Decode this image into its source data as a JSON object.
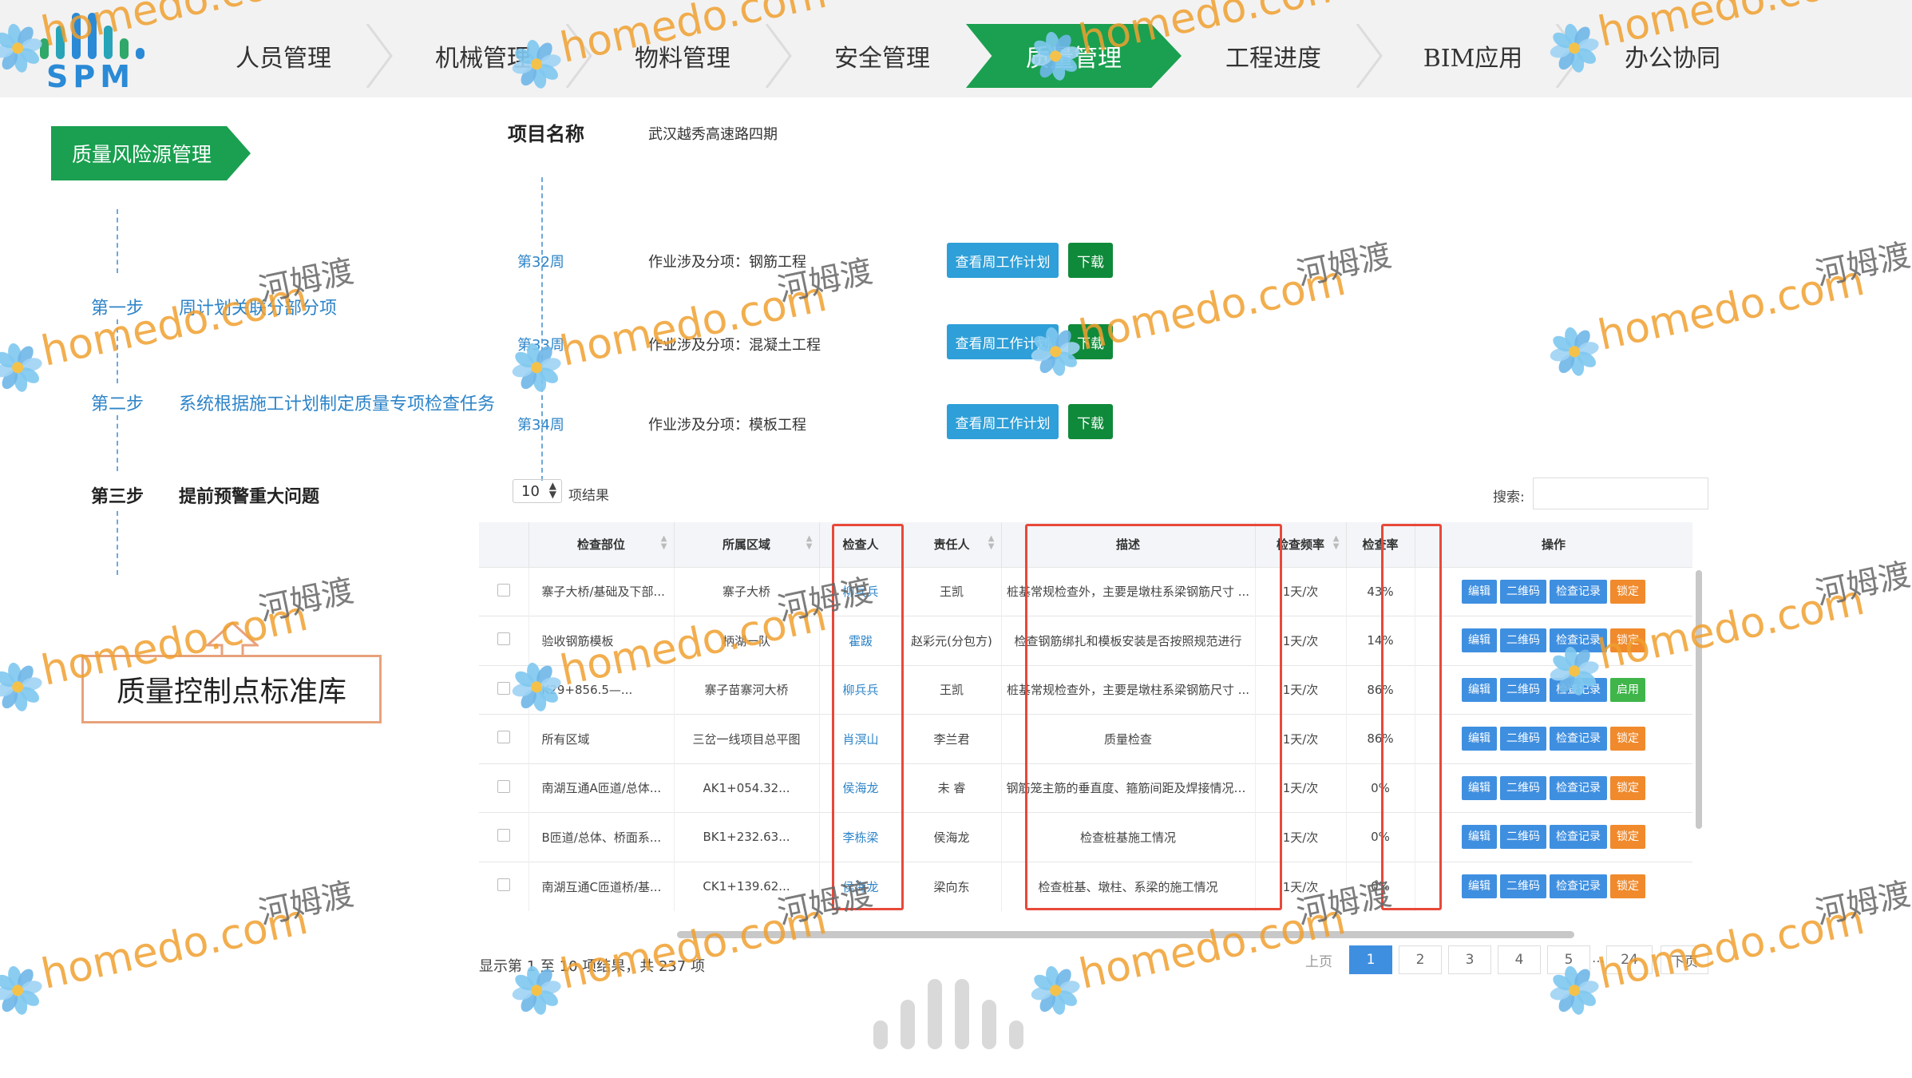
{
  "logo": {
    "text": "SPM"
  },
  "nav": {
    "tabs": [
      {
        "label": "人员管理"
      },
      {
        "label": "机械管理"
      },
      {
        "label": "物料管理"
      },
      {
        "label": "安全管理"
      },
      {
        "label": "质量管理",
        "active": true
      },
      {
        "label": "工程进度"
      },
      {
        "label": "BIM应用"
      },
      {
        "label": "办公协同"
      }
    ]
  },
  "left_panel": {
    "tag": "质量风险源管理",
    "steps": [
      {
        "num": "第一步",
        "text": "周计划关联分部分项"
      },
      {
        "num": "第二步",
        "text": "系统根据施工计划制定质量专项检查任务"
      },
      {
        "num": "第三步",
        "text": "提前预警重大问题"
      }
    ],
    "standard_box": "质量控制点标准库"
  },
  "project": {
    "label": "项目名称",
    "value": "武汉越秀高速路四期",
    "weeks": [
      {
        "week": "第32周",
        "work": "作业涉及分项：钢筋工程",
        "plan_btn": "查看周工作计划",
        "download_btn": "下载"
      },
      {
        "week": "第33周",
        "work": "作业涉及分项：混凝土工程",
        "plan_btn": "查看周工作计划",
        "download_btn": "下载"
      },
      {
        "week": "第34周",
        "work": "作业涉及分项：模板工程",
        "plan_btn": "查看周工作计划",
        "download_btn": "下载"
      }
    ]
  },
  "table_controls": {
    "page_size": "10",
    "page_size_suffix": "项结果",
    "search_label": "搜索:"
  },
  "table": {
    "columns": [
      "",
      "检查部位",
      "所属区域",
      "检查人",
      "责任人",
      "描述",
      "检查频率",
      "检查率",
      "操作"
    ],
    "rows": [
      [
        "寨子大桥/基础及下部...",
        "寨子大桥",
        "柳兵兵",
        "王凯",
        "桩基常规检查外，主要是墩柱系梁钢筋尺寸 ...",
        "1天/次",
        "43%"
      ],
      [
        "验收钢筋模板",
        "柄湖一队",
        "霍跋",
        "赵彩元(分包方)",
        "检查钢筋绑扎和模板安装是否按照规范进行",
        "1天/次",
        "14%"
      ],
      [
        "K29+856.5—...",
        "寨子苗寨河大桥",
        "柳兵兵",
        "王凯",
        "桩基常规检查外，主要是墩柱系梁钢筋尺寸 ...",
        "1天/次",
        "86%"
      ],
      [
        "所有区域",
        "三岔一线项目总平图",
        "肖溟山",
        "李兰君",
        "质量检查",
        "1天/次",
        "86%"
      ],
      [
        "南湖互通A匝道/总体...",
        "AK1+054.32...",
        "侯海龙",
        "未 睿",
        "钢筋笼主筋的垂直度、箍筋间距及焊接情况; ...",
        "1天/次",
        "0%"
      ],
      [
        "B匝道/总体、桥面系...",
        "BK1+232.63...",
        "李栋梁",
        "侯海龙",
        "检查桩基施工情况",
        "1天/次",
        "0%"
      ],
      [
        "南湖互通C匝道桥/基...",
        "CK1+139.62...",
        "侯海龙",
        "梁向东",
        "检查桩基、墩柱、系梁的施工情况",
        "1天/次",
        "0%"
      ]
    ],
    "row_actions": [
      [
        "编辑",
        "二维码",
        "检查记录",
        "锁定"
      ],
      [
        "编辑",
        "二维码",
        "检查记录",
        "锁定"
      ],
      [
        "编辑",
        "二维码",
        "检查记录",
        "启用"
      ],
      [
        "编辑",
        "二维码",
        "检查记录",
        "锁定"
      ],
      [
        "编辑",
        "二维码",
        "检查记录",
        "锁定"
      ],
      [
        "编辑",
        "二维码",
        "检查记录",
        "锁定"
      ],
      [
        "编辑",
        "二维码",
        "检查记录",
        "锁定"
      ]
    ]
  },
  "pagination": {
    "info": "显示第 1 至 10 项结果，共 237 项",
    "prev": "上页",
    "pages": [
      "1",
      "2",
      "3",
      "4",
      "5"
    ],
    "ellipsis": "…",
    "last": "24",
    "next": "下页",
    "current": "1"
  },
  "watermark": {
    "site": "homedo.com",
    "cn": "河姆渡"
  },
  "colors": {
    "brand_green": "#1aa050",
    "download_green": "#0f8a3a",
    "plan_blue": "#2e9fd8",
    "action_blue": "#3f8fe0",
    "action_orange": "#f08a2c",
    "action_green": "#3fb54a",
    "highlight_red": "#e8483a",
    "link_blue": "#2d84c8"
  }
}
